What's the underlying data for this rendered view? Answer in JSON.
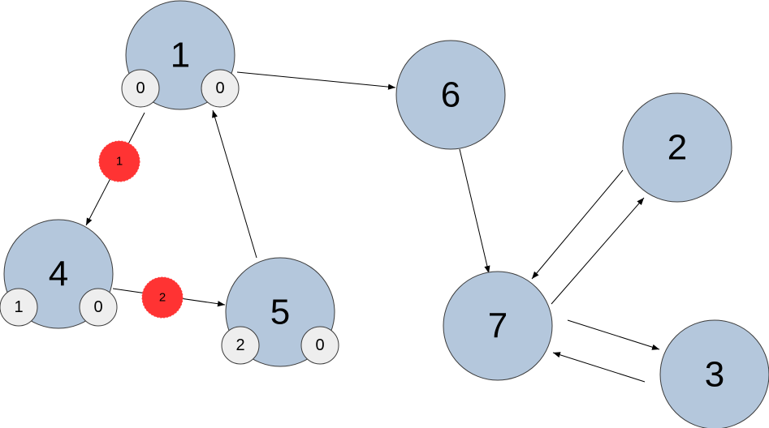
{
  "colors": {
    "node_fill": "#b4c7dc",
    "badge_fill": "#eeeeee",
    "marker_fill": "#ff3333",
    "edge": "#000000"
  },
  "nodes": [
    {
      "id": "1",
      "label": "1"
    },
    {
      "id": "6",
      "label": "6"
    },
    {
      "id": "2",
      "label": "2"
    },
    {
      "id": "4",
      "label": "4"
    },
    {
      "id": "5",
      "label": "5"
    },
    {
      "id": "7",
      "label": "7"
    },
    {
      "id": "3",
      "label": "3"
    }
  ],
  "badges": [
    {
      "node": "1",
      "side": "left",
      "label": "0"
    },
    {
      "node": "1",
      "side": "right",
      "label": "0"
    },
    {
      "node": "4",
      "side": "left",
      "label": "1"
    },
    {
      "node": "4",
      "side": "right",
      "label": "0"
    },
    {
      "node": "5",
      "side": "left",
      "label": "2"
    },
    {
      "node": "5",
      "side": "right",
      "label": "0"
    }
  ],
  "edge_markers": [
    {
      "edge": "1->4",
      "label": "1"
    },
    {
      "edge": "4->5",
      "label": "2"
    }
  ],
  "edges": [
    {
      "from": "1",
      "to": "6"
    },
    {
      "from": "1",
      "to": "4"
    },
    {
      "from": "4",
      "to": "5"
    },
    {
      "from": "5",
      "to": "1"
    },
    {
      "from": "6",
      "to": "7"
    },
    {
      "from": "2",
      "to": "7"
    },
    {
      "from": "7",
      "to": "2"
    },
    {
      "from": "7",
      "to": "3"
    },
    {
      "from": "3",
      "to": "7"
    }
  ]
}
